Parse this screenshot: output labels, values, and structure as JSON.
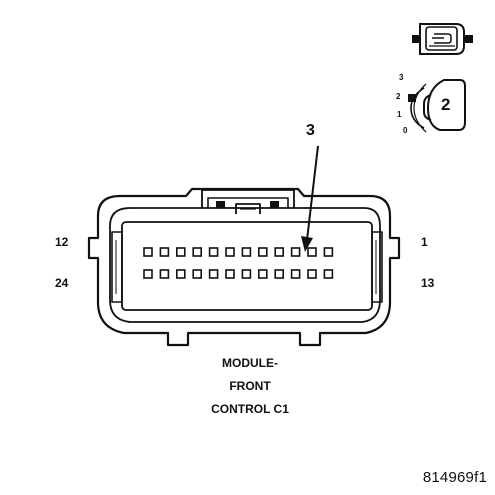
{
  "connector": {
    "title_lines": [
      "MODULE-",
      "FRONT",
      "CONTROL C1"
    ],
    "pin_labels": {
      "top_left": "12",
      "bottom_left": "24",
      "top_right": "1",
      "bottom_right": "13"
    },
    "callout": "3",
    "top_row_pins": 12,
    "bottom_row_pins": 12,
    "callout_pin_index": 9
  },
  "lock_detail": {
    "callout": "2",
    "positions": [
      "3",
      "2",
      "1",
      "0"
    ]
  },
  "figure_id": "814969f1"
}
